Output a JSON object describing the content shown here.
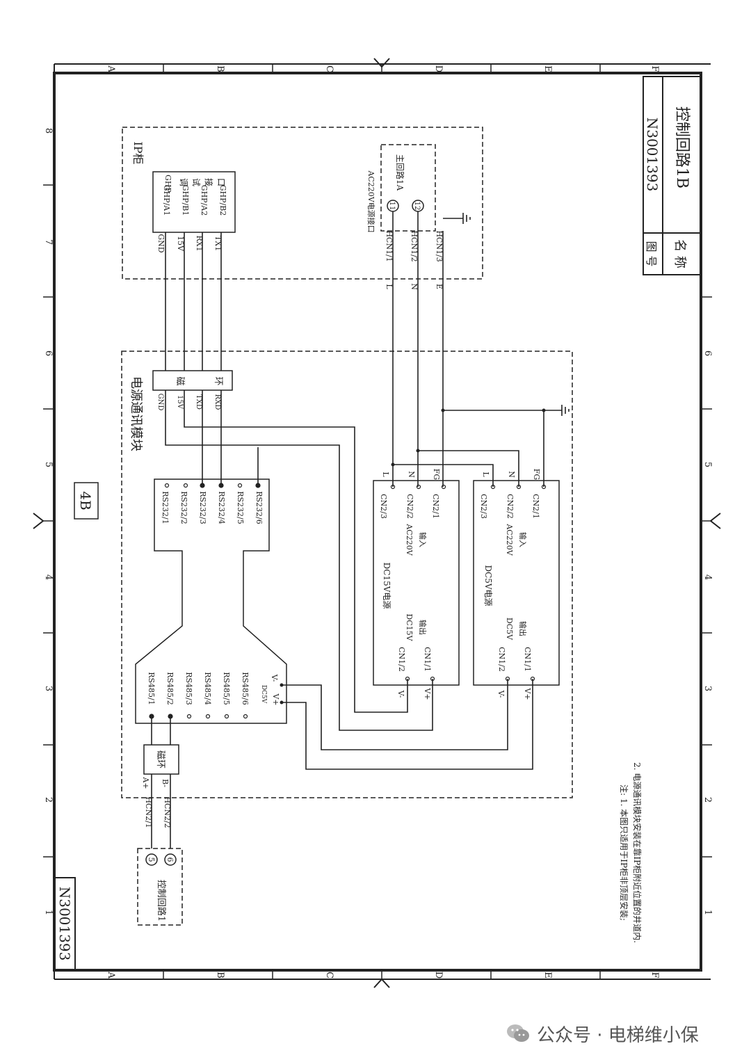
{
  "sheet": {
    "zone_letters": [
      "A",
      "B",
      "C",
      "D",
      "E",
      "F"
    ],
    "zone_numbers": [
      "1",
      "2",
      "3",
      "4",
      "5",
      "6",
      "7",
      "8"
    ],
    "drawing_number": "N3001393",
    "sheet_tag": "4B"
  },
  "title_block": {
    "drawing_no_label": "图 号",
    "drawing_no": "N3001393",
    "name_label": "名 称",
    "name": "控制回路1B"
  },
  "ip_cabinet": {
    "title": "IP柜",
    "ghp_pins": [
      "GHP/A1",
      "GHP/B1",
      "GHP/A2",
      "GHP/B2"
    ],
    "ghp_desc": [
      "GHP",
      "调",
      "试",
      "接",
      "口"
    ],
    "wire_labels": [
      "GND",
      "15V",
      "RX1",
      "TX1"
    ],
    "ac_label": "AC220V电源接口",
    "main_circuit": "主回路1A",
    "terminals": [
      "11",
      "12"
    ],
    "hcn1": [
      "HCN1/1",
      "HCN1/2",
      "HCN1/3"
    ],
    "lne": [
      "L",
      "N",
      "E"
    ]
  },
  "module": {
    "title": "电源通讯模块",
    "ring_wires": [
      "GND",
      "15V",
      "TXD",
      "RXD"
    ],
    "ring_chars": [
      "磁",
      "环"
    ],
    "rs232": [
      "RS232/1",
      "RS232/2",
      "RS232/3",
      "RS232/4",
      "RS232/5",
      "RS232/6"
    ],
    "rs485": [
      "RS485/1",
      "RS485/2",
      "RS485/3",
      "RS485/4",
      "RS485/5",
      "RS485/6"
    ],
    "dc5v": "DC5V",
    "vminus": "V-",
    "vplus": "V+",
    "ring2": "磁环",
    "a_plus": "A+",
    "b_minus": "B-"
  },
  "psu15": {
    "name": "DC15V电源",
    "inputs": [
      "CN2/3",
      "CN2/2",
      "CN2/1"
    ],
    "in_labels": [
      "L",
      "N",
      "FG"
    ],
    "ac": "AC220V",
    "ac_sub": "输入",
    "dc": "DC15V",
    "dc_sub": "输出",
    "outputs": [
      "CN1/2",
      "CN1/1"
    ],
    "out_labels": [
      "V-",
      "V+"
    ]
  },
  "psu5": {
    "name": "DC5V电源",
    "inputs": [
      "CN2/3",
      "CN2/2",
      "CN2/1"
    ],
    "in_labels": [
      "L",
      "N",
      "FG"
    ],
    "ac": "AC220V",
    "ac_sub": "输入",
    "dc": "DC5V",
    "dc_sub": "输出",
    "outputs": [
      "CN1/2",
      "CN1/1"
    ],
    "out_labels": [
      "V-",
      "V+"
    ]
  },
  "control_circuit": {
    "hcn2": [
      "HCN2/1",
      "HCN2/2"
    ],
    "terminals": [
      "5",
      "6"
    ],
    "name": "控制回路1"
  },
  "notes": {
    "line1": "注: 1. 本图只适用于IP柜非顶层安装;",
    "line2": "2. 电源通讯模块安装在靠IP柜附近位置的井道内."
  },
  "watermark": "公众号 · 电梯维小保"
}
